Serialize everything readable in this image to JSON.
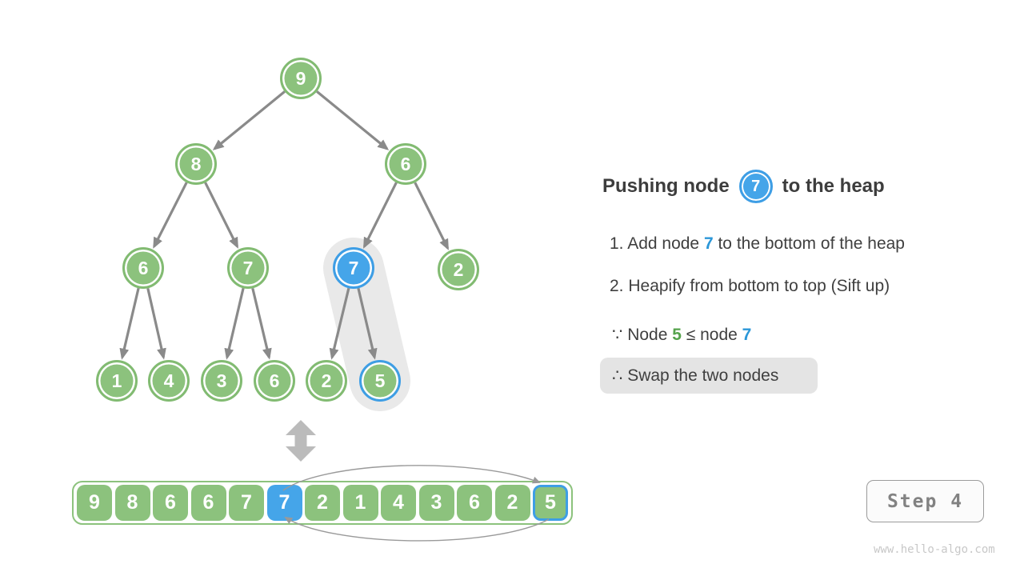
{
  "title": {
    "prefix": "Pushing node",
    "node_value": "7",
    "suffix": "to the heap"
  },
  "instructions": {
    "line1_pre": "1. Add node ",
    "line1_value": "7",
    "line1_post": " to the bottom of the heap",
    "line2": "2. Heapify from bottom to top (Sift up)",
    "because_pre": "∵ Node ",
    "because_green": "5",
    "because_mid": " ≤ node ",
    "because_blue": "7",
    "therefore": "∴ Swap the two nodes"
  },
  "tree": {
    "values": [
      "9",
      "8",
      "6",
      "6",
      "7",
      "7",
      "2",
      "1",
      "4",
      "3",
      "6",
      "2",
      "5"
    ],
    "blue_node_value": "7",
    "blue_ring_node_value": "5"
  },
  "array": {
    "values": [
      "9",
      "8",
      "6",
      "6",
      "7",
      "7",
      "2",
      "1",
      "4",
      "3",
      "6",
      "2",
      "5"
    ],
    "blue_index": 5,
    "blue_ring_index": 12
  },
  "footer": {
    "step_label": "Step 4",
    "watermark": "www.hello-algo.com"
  },
  "icons": {
    "tree_array_link": "up-down-double-arrow",
    "swap_indicator": "ellipse-swap-arrows"
  },
  "colors": {
    "node_green": "#8CC27D",
    "node_blue": "#45A5E9",
    "edge_gray": "#8A8A8A",
    "capsule_gray": "#E9E9E9",
    "badge_gray": "#E4E4E4",
    "text_dark": "#3D3D3D",
    "text_blue": "#2B97D8",
    "text_green": "#55A34C"
  }
}
